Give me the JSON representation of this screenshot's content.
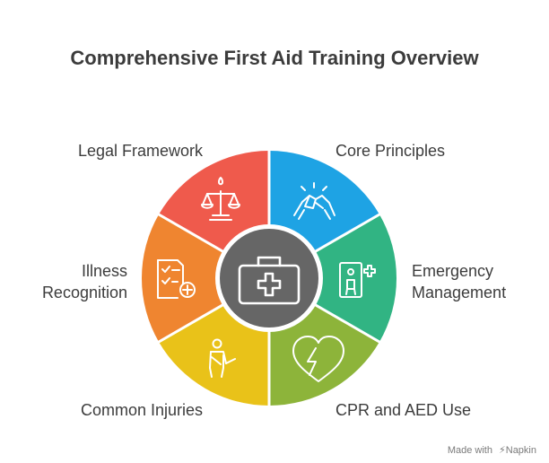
{
  "title": "Comprehensive First Aid Training Overview",
  "segments": [
    {
      "id": "core-principles",
      "lines": [
        "Core Principles"
      ],
      "color": "#1ea3e4",
      "icon": "handshake-icon"
    },
    {
      "id": "emergency-management",
      "lines": [
        "Emergency",
        "Management"
      ],
      "color": "#31b483",
      "icon": "elevator-plus-icon"
    },
    {
      "id": "cpr-aed",
      "lines": [
        "CPR and AED Use"
      ],
      "color": "#8db43a",
      "icon": "heart-bolt-icon"
    },
    {
      "id": "common-injuries",
      "lines": [
        "Common Injuries"
      ],
      "color": "#e9c219",
      "icon": "injured-person-icon"
    },
    {
      "id": "illness-recognition",
      "lines": [
        "Illness",
        "Recognition"
      ],
      "color": "#ef8530",
      "icon": "checklist-plus-icon"
    },
    {
      "id": "legal-framework",
      "lines": [
        "Legal Framework"
      ],
      "color": "#ef5a4c",
      "icon": "scales-icon"
    }
  ],
  "center": {
    "color": "#666666",
    "icon": "first-aid-kit-icon"
  },
  "watermark": {
    "prefix": "Made with",
    "brand": "Napkin"
  }
}
